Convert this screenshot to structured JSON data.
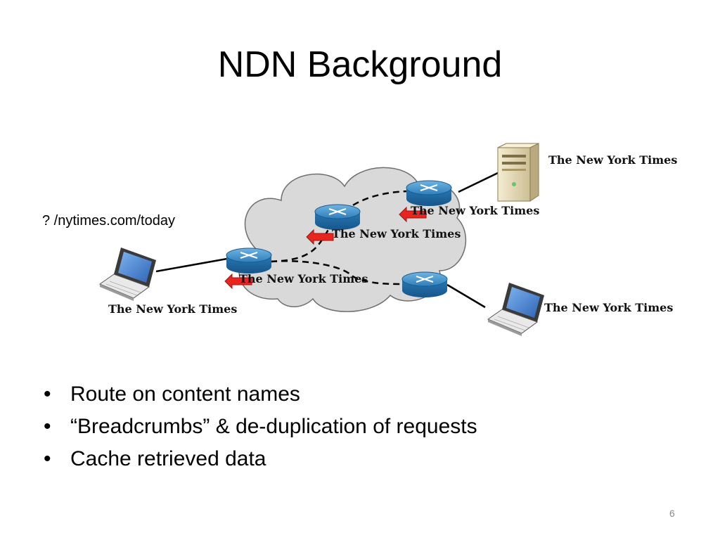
{
  "slide": {
    "title": "NDN Background",
    "query_label": "? /nytimes.com/today",
    "bullets": [
      "Route on content names",
      "“Breadcrumbs” & de-duplication of requests",
      "Cache retrieved data"
    ],
    "slide_number": "6"
  },
  "diagram": {
    "logo_text": "The New York Times",
    "colors": {
      "cloud_fill": "#d9d9d9",
      "cloud_stroke": "#6e6e6e",
      "router_top": "#3f8fc6",
      "router_body": "#1f6aa5",
      "arrow_red": "#e8261f",
      "screen_blue": "#3a7bd5"
    }
  }
}
